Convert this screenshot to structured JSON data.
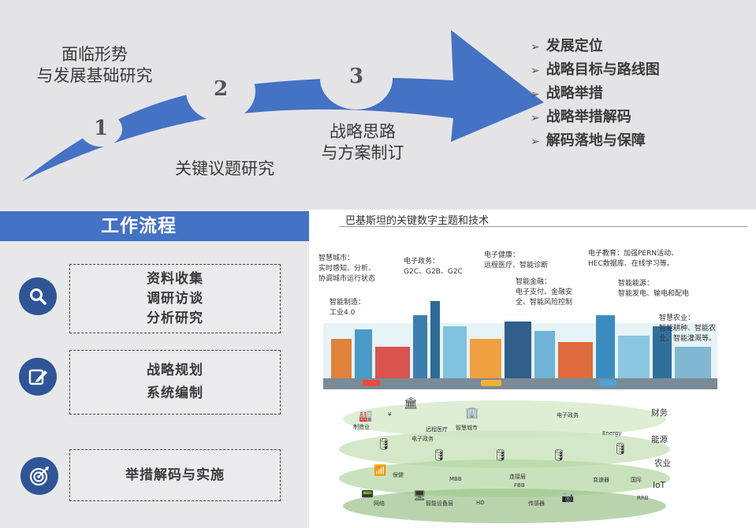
{
  "flow": {
    "stage1_lines": [
      "面临形势",
      "与发展基础研究"
    ],
    "stage2_label": "关键议题研究",
    "stage3_lines": [
      "战略思路",
      "与方案制订"
    ],
    "nums": [
      "1",
      "2",
      "3"
    ]
  },
  "outcomes": [
    "发展定位",
    "战略目标与路线图",
    "战略举措",
    "战略举措解码",
    "解码落地与保障"
  ],
  "workflow": {
    "title": "工作流程",
    "steps": [
      {
        "icon": "search-icon",
        "lines": [
          "资料收集",
          "调研访谈",
          "分析研究"
        ]
      },
      {
        "icon": "edit-icon",
        "lines": [
          "战略规划",
          "系统编制"
        ]
      },
      {
        "icon": "target-icon",
        "lines": [
          "举措解码与实施"
        ]
      }
    ]
  },
  "pakistan": {
    "title": "巴基斯坦的关键数字主题和技术",
    "labels": {
      "smart_city": [
        "智慧城市：",
        "实时感知、分析、",
        "协调城市运行状态"
      ],
      "e_gov": [
        "电子政务：",
        "G2C、G2B、G2C"
      ],
      "e_health": [
        "电子健康：",
        "远程医疗、智能诊断"
      ],
      "e_edu": [
        "电子教育：加强PERN活动、",
        "HEC数据库、在线学习等。"
      ],
      "smart_mfg": [
        "智能制造：",
        "工业4.0"
      ],
      "smart_fin": [
        "智能金融：",
        "电子支付、金融安",
        "全、智能风险控制"
      ],
      "smart_energy": [
        "智能能源：",
        "智能发电、输电和配电"
      ],
      "smart_agri": [
        "智慧农业：",
        "智能耕种、智能农",
        "业、智能灌溉等。"
      ]
    },
    "side_labels": [
      "财务",
      "能源",
      "农业",
      "IoT"
    ],
    "nodes": [
      "制造业",
      "¥",
      "智慧城市",
      "电子政务",
      "远程医疗",
      "电子政务",
      "Energy",
      "保健",
      "MBB",
      "连接层",
      "FBB",
      "变速器",
      "国际",
      "网络",
      "智能设备层",
      "HD",
      "传感器",
      "RRB"
    ]
  }
}
